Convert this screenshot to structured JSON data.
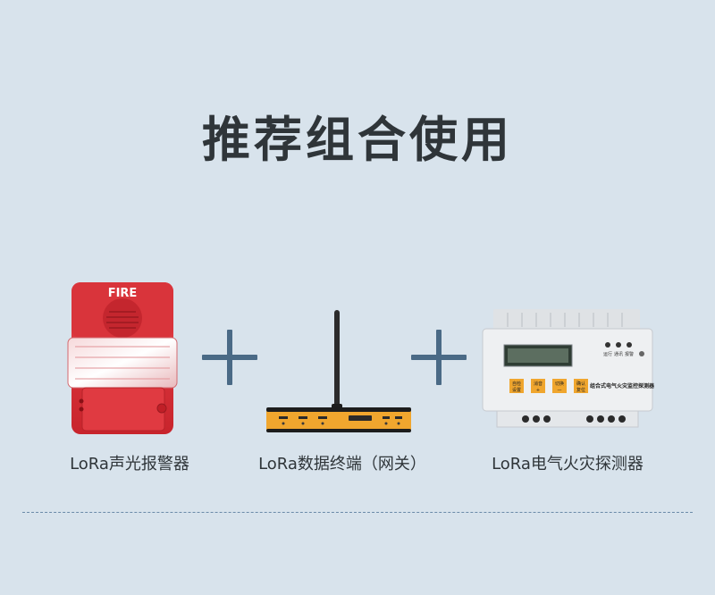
{
  "title": "推荐组合使用",
  "products": [
    {
      "name": "LoRa声光报警器",
      "icon": "fire-alarm-strobe-icon",
      "label_text": "FIRE"
    },
    {
      "name": "LoRa数据终端（网关）",
      "icon": "wireless-router-gateway-icon"
    },
    {
      "name": "LoRa电气火灾探测器",
      "icon": "electrical-fire-detector-icon",
      "panel_title": "组合式电气火灾监控探测器",
      "indicators": [
        "运行",
        "通讯",
        "报警"
      ],
      "buttons": [
        {
          "top": "自检",
          "bottom": "设置"
        },
        {
          "top": "消音",
          "bottom": "+"
        },
        {
          "top": "切换",
          "bottom": "—"
        },
        {
          "top": "确认",
          "bottom": "复位"
        }
      ]
    }
  ],
  "colors": {
    "background": "#d8e3ec",
    "plus": "#4a6a86",
    "title": "#2f3539"
  }
}
